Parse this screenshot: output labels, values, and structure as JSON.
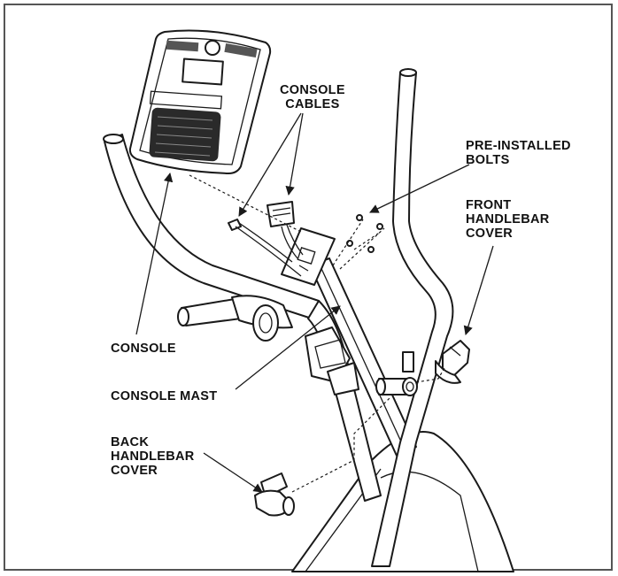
{
  "colors": {
    "ink": "#1a1a1a",
    "frame": "#555555",
    "grill": "#2a2a2a"
  },
  "labels": {
    "console_cables": "CONSOLE\nCABLES",
    "pre_installed_bolts": "PRE-INSTALLED\nBOLTS",
    "front_handlebar_cover": "FRONT\nHANDLEBAR\nCOVER",
    "console": "CONSOLE",
    "console_mast": "CONSOLE MAST",
    "back_handlebar_cover": "BACK\nHANDLEBAR\nCOVER"
  }
}
